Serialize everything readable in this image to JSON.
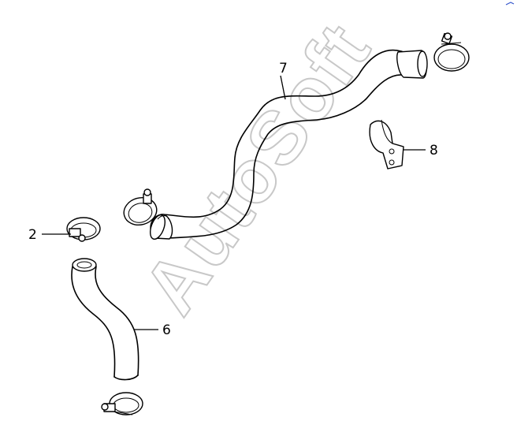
{
  "watermark": "AutoSoft",
  "callouts": {
    "c2": "2",
    "c6": "6",
    "c7": "7",
    "c8": "8"
  }
}
